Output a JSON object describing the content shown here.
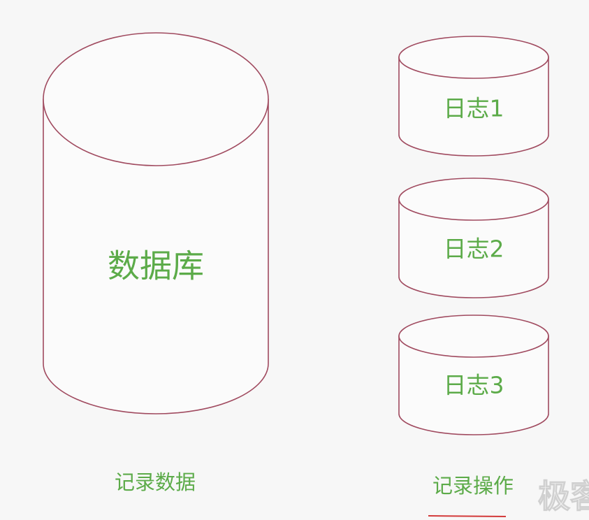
{
  "database": {
    "label": "数据库",
    "caption": "记录数据"
  },
  "logs": [
    {
      "label": "日志1"
    },
    {
      "label": "日志2"
    },
    {
      "label": "日志3"
    }
  ],
  "logs_caption": "记录操作",
  "watermark": "极客",
  "colors": {
    "outline": "#a04a5f",
    "text": "#5cab49",
    "underline": "#d33b3b",
    "background": "#f7f7f7"
  }
}
